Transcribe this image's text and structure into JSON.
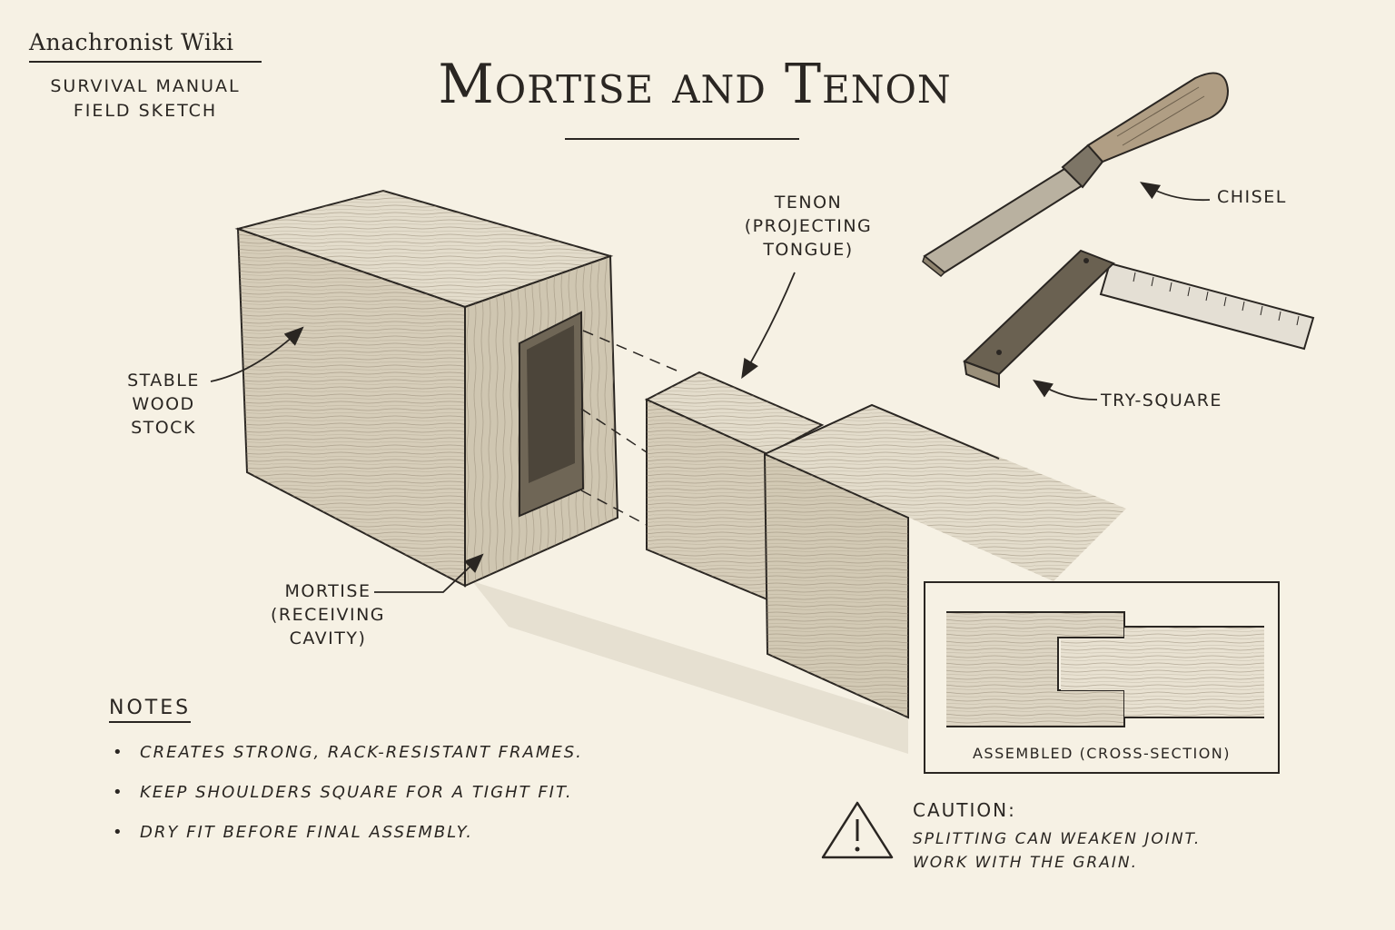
{
  "header": {
    "wiki_name": "Anachronist Wiki",
    "subtitle_line1": "Survival Manual",
    "subtitle_line2": "Field Sketch"
  },
  "title": "Mortise and Tenon",
  "labels": {
    "stock_line1": "Stable",
    "stock_line2": "Wood Stock",
    "mortise_line1": "Mortise",
    "mortise_line2": "(Receiving",
    "mortise_line3": "Cavity)",
    "tenon_line1": "Tenon",
    "tenon_line2": "(Projecting",
    "tenon_line3": "Tongue)",
    "chisel": "Chisel",
    "try_square": "Try-Square"
  },
  "notes": {
    "heading": "Notes",
    "items": [
      "Creates strong, rack-resistant frames.",
      "Keep shoulders square for a tight fit.",
      "Dry fit before final assembly."
    ]
  },
  "cross_section": {
    "caption": "Assembled (Cross-Section)"
  },
  "caution": {
    "heading": "Caution:",
    "line1": "Splitting can weaken joint.",
    "line2": "Work with the grain."
  },
  "colors": {
    "paper": "#f6f1e4",
    "ink": "#2a2622",
    "wood_light": "#d9d0bd",
    "wood_mid": "#bdb29b",
    "wood_dark": "#8f846f"
  }
}
